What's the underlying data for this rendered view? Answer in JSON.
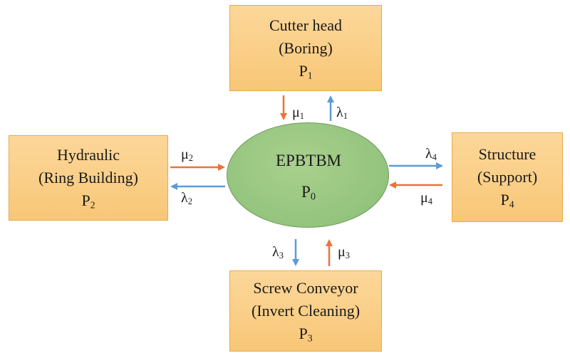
{
  "center": {
    "title": "EPBTBM",
    "state": "P",
    "state_sub": "0"
  },
  "nodes": {
    "top": {
      "line1": "Cutter head",
      "line2": "(Boring)",
      "state": "P",
      "state_sub": "1"
    },
    "left": {
      "line1": "Hydraulic",
      "line2": "(Ring Building)",
      "state": "P",
      "state_sub": "2"
    },
    "bottom": {
      "line1": "Screw Conveyor",
      "line2": "(Invert Cleaning)",
      "state": "P",
      "state_sub": "3"
    },
    "right": {
      "line1": "Structure",
      "line2": "(Support)",
      "state": "P",
      "state_sub": "4"
    }
  },
  "rates": {
    "mu1": {
      "sym": "μ",
      "sub": "1"
    },
    "lambda1": {
      "sym": "λ",
      "sub": "1"
    },
    "mu2": {
      "sym": "μ",
      "sub": "2"
    },
    "lambda2": {
      "sym": "λ",
      "sub": "2"
    },
    "mu3": {
      "sym": "μ",
      "sub": "3"
    },
    "lambda3": {
      "sym": "λ",
      "sub": "3"
    },
    "mu4": {
      "sym": "μ",
      "sub": "4"
    },
    "lambda4": {
      "sym": "λ",
      "sub": "4"
    }
  },
  "colors": {
    "box_fill": "#f9cd85",
    "box_border": "#e8a94a",
    "ellipse_fill": "#93c47d",
    "ellipse_border": "#6f9a5a",
    "repair_arrow": "#e8743b",
    "failure_arrow": "#5b9bd5"
  }
}
